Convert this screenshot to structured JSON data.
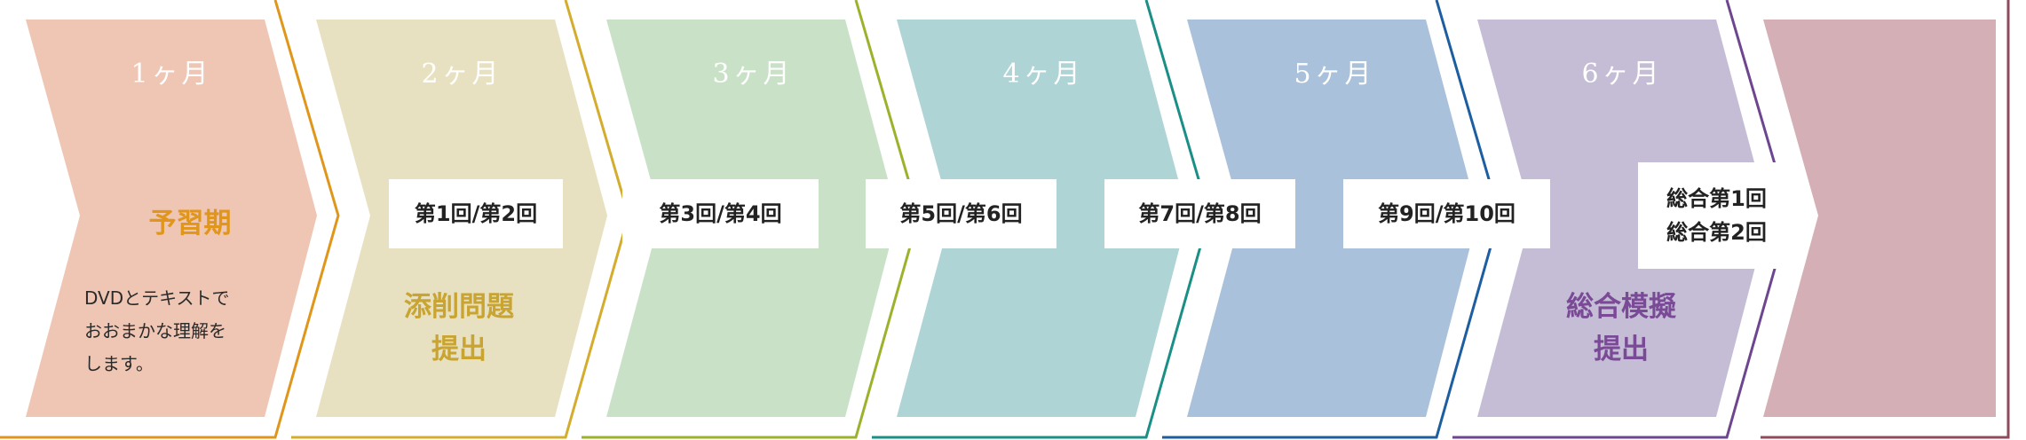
{
  "stages": [
    {
      "month": "1ヶ月",
      "fill": "#efc5b3",
      "line": "#e0961a"
    },
    {
      "month": "2ヶ月",
      "fill": "#e8e1c1",
      "line": "#d4ac2e"
    },
    {
      "month": "3ヶ月",
      "fill": "#c9e2c7",
      "line": "#9cb22c"
    },
    {
      "month": "4ヶ月",
      "fill": "#aed4d6",
      "line": "#1a8f86"
    },
    {
      "month": "5ヶ月",
      "fill": "#a9c1da",
      "line": "#1c5ea0"
    },
    {
      "month": "6ヶ月",
      "fill": "#c5bdd6",
      "line": "#6e4690"
    },
    {
      "month": "",
      "fill": "#d4afb5",
      "line": "#8f4a5c"
    }
  ],
  "stage1": {
    "title": "予習期",
    "title_color": "#e0961a",
    "desc": [
      "DVDとテキストで",
      "おおまかな理解を",
      "します。"
    ]
  },
  "stage2": {
    "title": [
      "添削問題",
      "提出"
    ],
    "title_color": "#c9a430"
  },
  "stage6": {
    "title": [
      "総合模擬",
      "提出"
    ],
    "title_color": "#7a4a97"
  },
  "sessions": [
    "第1回/第2回",
    "第3回/第4回",
    "第5回/第6回",
    "第7回/第8回",
    "第9回/第10回"
  ],
  "final_sessions": [
    "総合第1回",
    "総合第2回"
  ]
}
